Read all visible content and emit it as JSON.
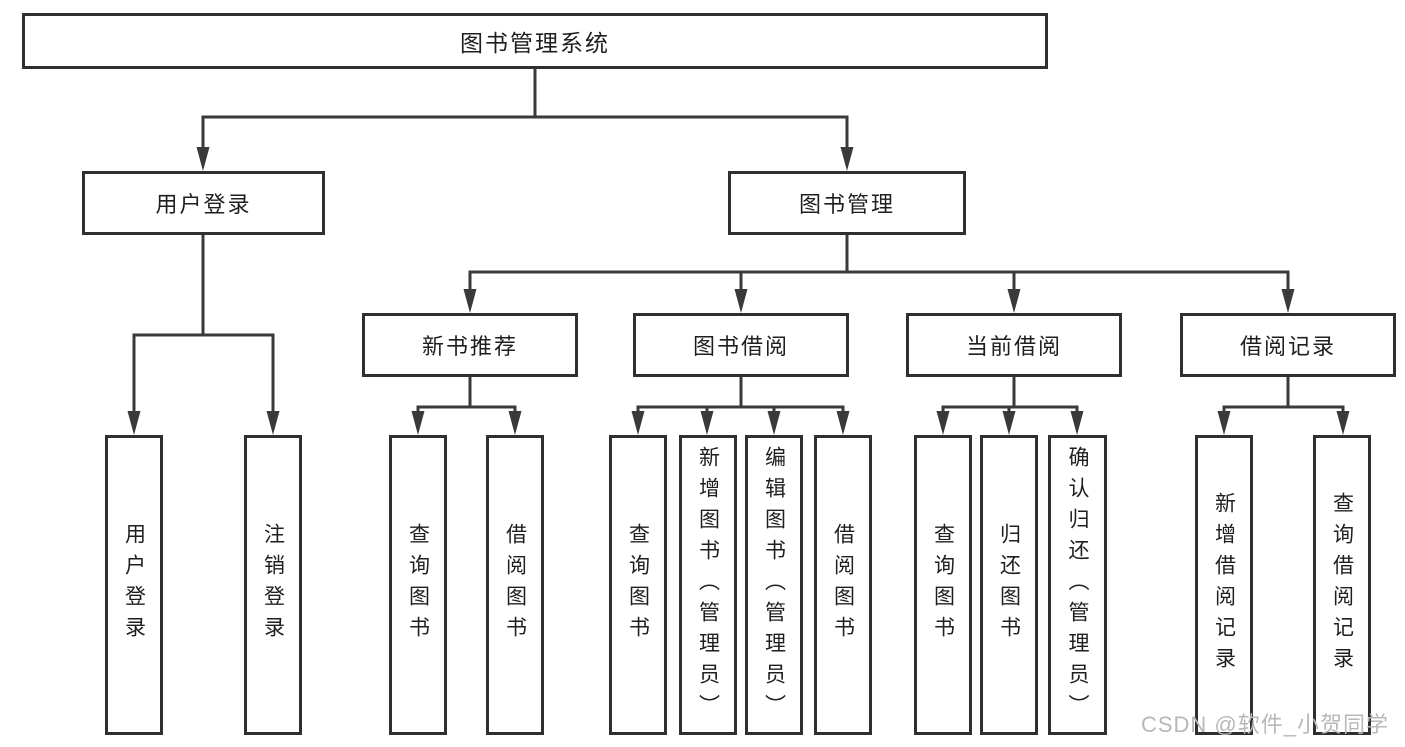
{
  "page": {
    "background": "#ffffff",
    "line_color": "#3a3a3a",
    "box_border_color": "#2f2f2f",
    "text_color": "#1f1f1f",
    "watermark_color": "#b8b8bc"
  },
  "diagram": {
    "root": {
      "label": "图书管理系统"
    },
    "branches": [
      {
        "label": "用户登录",
        "children": [
          {
            "label": "用户登录"
          },
          {
            "label": "注销登录"
          }
        ]
      },
      {
        "label": "图书管理",
        "sections": [
          {
            "label": "新书推荐",
            "children": [
              {
                "label": "查询图书"
              },
              {
                "label": "借阅图书"
              }
            ]
          },
          {
            "label": "图书借阅",
            "children": [
              {
                "label": "查询图书"
              },
              {
                "label": "新增图书（管理员）"
              },
              {
                "label": "编辑图书（管理员）"
              },
              {
                "label": "借阅图书"
              }
            ]
          },
          {
            "label": "当前借阅",
            "children": [
              {
                "label": "查询图书"
              },
              {
                "label": "归还图书"
              },
              {
                "label": "确认归还（管理员）"
              }
            ]
          },
          {
            "label": "借阅记录",
            "children": [
              {
                "label": "新增借阅记录"
              },
              {
                "label": "查询借阅记录"
              }
            ]
          }
        ]
      }
    ]
  },
  "watermark": {
    "text": "CSDN @软件_小贺同学"
  }
}
